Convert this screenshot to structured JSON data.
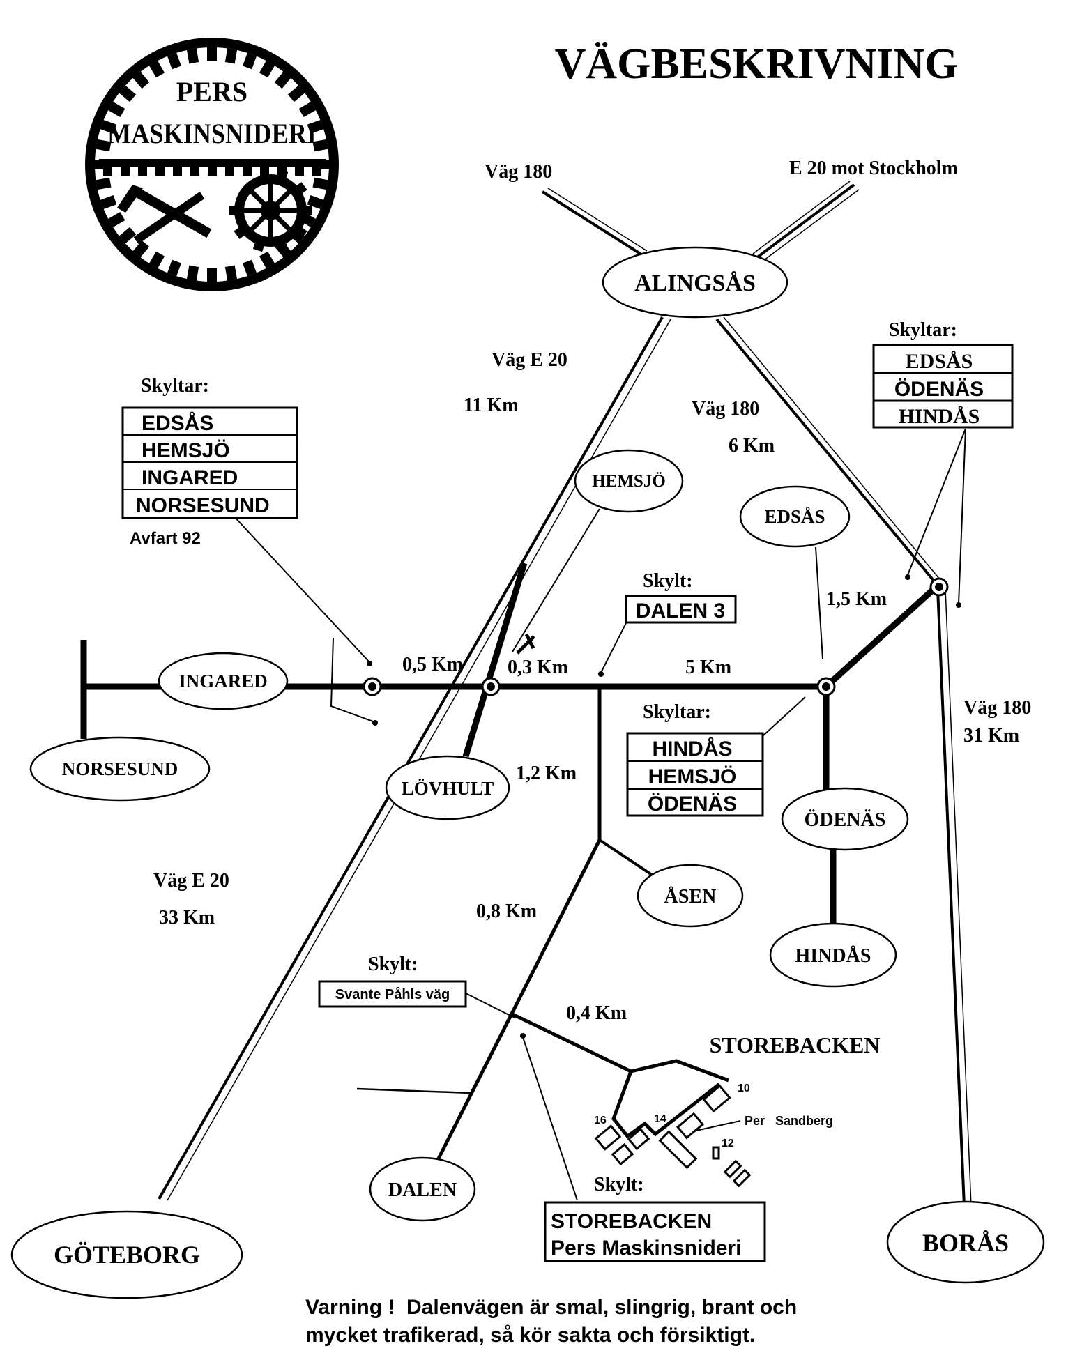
{
  "title": "VÄGBESKRIVNING",
  "logo": {
    "line1": "PERS",
    "line2": "MASKINSNIDERI"
  },
  "roads": {
    "vag180_north": "Väg 180",
    "e20_north": "E 20  mot Stockholm",
    "vag_e20_a": "Väg E 20",
    "vag_e20_a_km": "11 Km",
    "vag180_mid": "Väg 180",
    "vag180_mid_km": "6 Km",
    "vag_e20_b": "Väg E 20",
    "vag_e20_b_km": "33 Km",
    "vag180_south": "Väg 180",
    "vag180_south_km": "31 Km"
  },
  "places": {
    "alingsas": "ALINGSÅS",
    "hemsjo": "HEMSJÖ",
    "edsas": "EDSÅS",
    "ingared": "INGARED",
    "norsesund": "NORSESUND",
    "lovhult": "LÖVHULT",
    "odenas": "ÖDENÄS",
    "asen": "ÅSEN",
    "hindas": "HINDÅS",
    "dalen": "DALEN",
    "goteborg": "GÖTEBORG",
    "boras": "BORÅS",
    "storebacken": "STOREBACKEN"
  },
  "distances": {
    "d05": "0,5 Km",
    "d03": "0,3 Km",
    "d5": "5 Km",
    "d15": "1,5 Km",
    "d12": "1,2 Km",
    "d08": "0,8 Km",
    "d04": "0,4 Km"
  },
  "signs": {
    "west": {
      "heading": "Skyltar:",
      "items": [
        "EDSÅS",
        "HEMSJÖ",
        "INGARED",
        "NORSESUND"
      ],
      "note": "Avfart 92"
    },
    "east": {
      "heading": "Skyltar:",
      "items": [
        "EDSÅS",
        "ÖDENÄS",
        "HINDÅS"
      ]
    },
    "dalen": {
      "heading": "Skylt:",
      "text": "DALEN 3"
    },
    "middle": {
      "heading": "Skyltar:",
      "items": [
        "HINDÅS",
        "HEMSJÖ",
        "ÖDENÄS"
      ]
    },
    "svante": {
      "heading": "Skylt:",
      "text": "Svante Påhls väg"
    },
    "storebacken": {
      "heading": "Skylt:",
      "line1": "STOREBACKEN",
      "line2": "Pers Maskinsnideri"
    }
  },
  "houses": {
    "n10": "10",
    "n12": "12",
    "n14": "14",
    "n16": "16",
    "owner": "Per   Sandberg"
  },
  "warning": {
    "line1": "Varning !  Dalenvägen är smal, slingrig, brant och",
    "line2": "mycket trafikerad, så kör sakta och försiktigt."
  }
}
